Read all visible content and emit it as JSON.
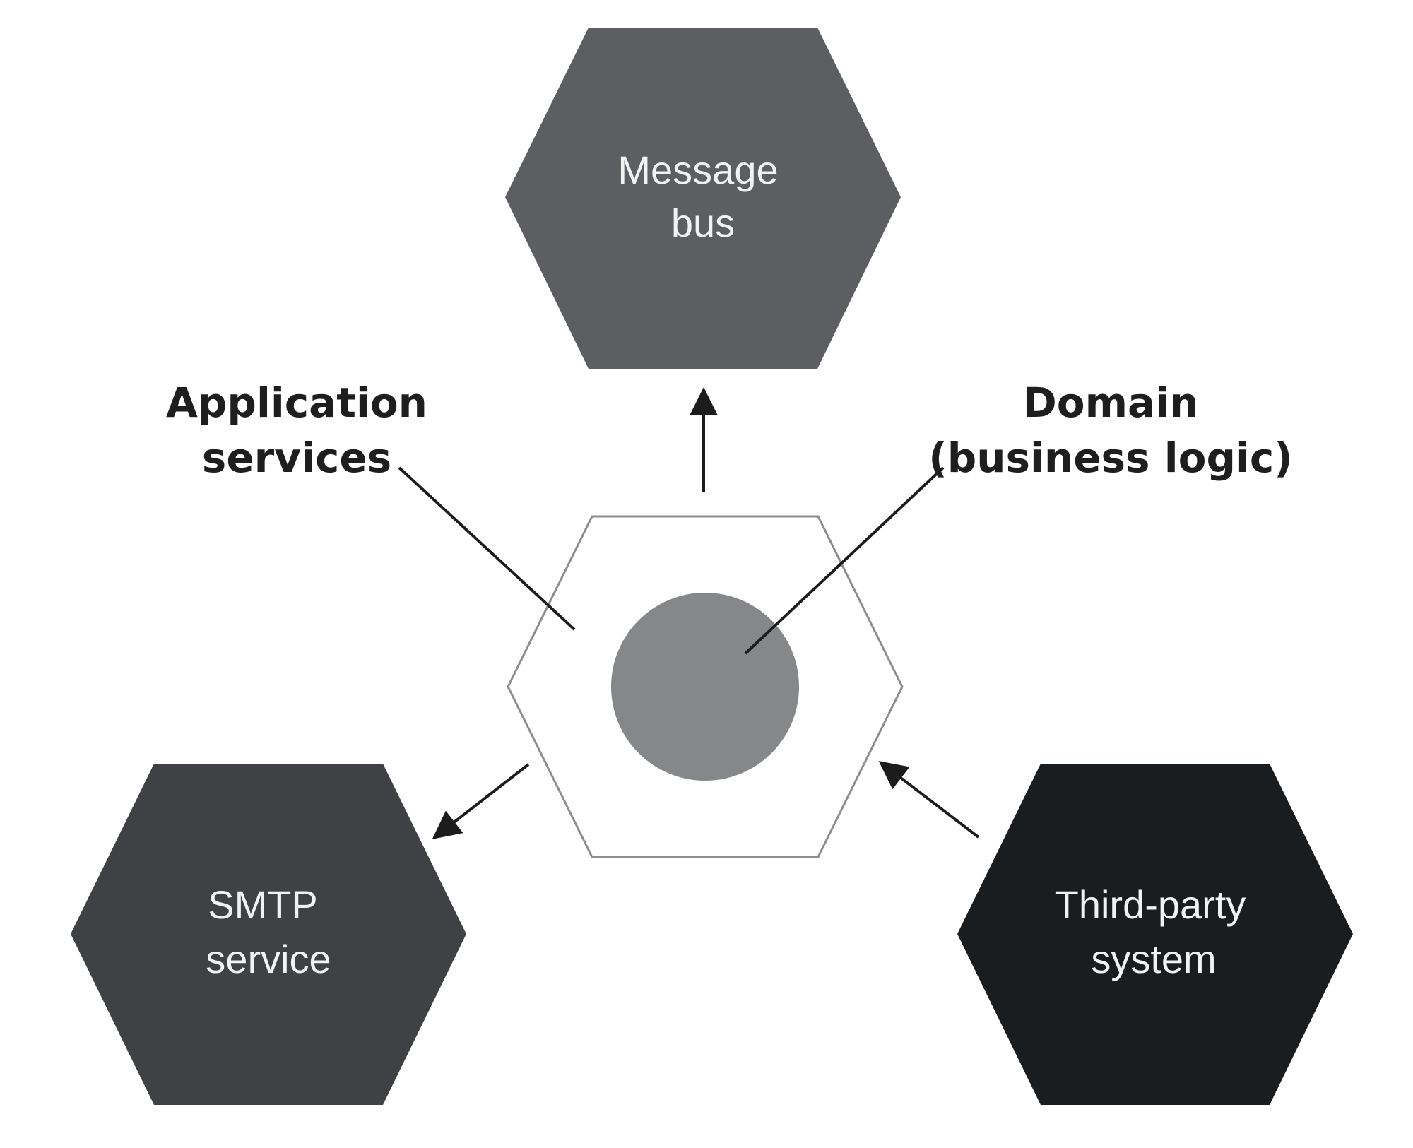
{
  "nodes": {
    "message_bus": {
      "line1": "Message",
      "line2": "bus",
      "color": "#5d5e61"
    },
    "smtp_service": {
      "line1": "SMTP",
      "line2": "service",
      "color": "#404144"
    },
    "third_party": {
      "line1": "Third-party",
      "line2": "system",
      "color": "#1a1d20"
    }
  },
  "core": {
    "application_services": {
      "line1": "Application",
      "line2": "services"
    },
    "domain": {
      "line1": "Domain",
      "line2": "(business logic)",
      "color": "#868789"
    },
    "outline_color": "#8d8d8d"
  }
}
